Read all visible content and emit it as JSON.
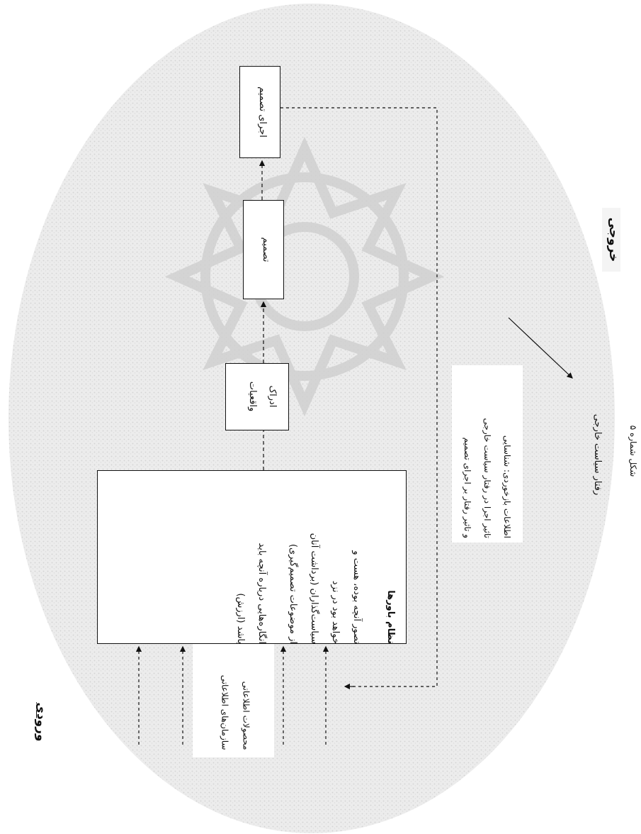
{
  "labels": {
    "input": "ورودی",
    "output": "خروجی",
    "external_behavior": "رفتار سیاست خارجی",
    "figure_caption": "شکل شماره ۵"
  },
  "boxes": {
    "belief_system": {
      "title": "نظام باورها",
      "lines": [
        "تصور آنچه بوده، هست و",
        "خواهد بود در نزد",
        "سیاست‌گذاران (برداشت آنان",
        "از موضوعات تصمیم‌گیری)",
        "انگاره‌هایی درباره آنچه باید",
        "باشد (ارزش)"
      ]
    },
    "perception": {
      "lines": [
        "ادراک",
        "واقعیات"
      ]
    },
    "decision": {
      "label": "تصمیم"
    },
    "implementation": {
      "label": "اجرای تصمیم"
    }
  },
  "notes": {
    "feedback": {
      "lines": [
        "اطلاعات بازخوردی: شناسایی",
        "تاثیر اجرا در رفتار سیاست خارجی",
        "و تاثیر رفتار بر اجرای تصمیم"
      ]
    },
    "information_inputs": {
      "lines": [
        "محصولات اطلاعاتی",
        "سازمان‌های اطلاعاتی"
      ]
    }
  },
  "colors": {
    "line": "#111111",
    "background_pattern": "#d6d6d6"
  }
}
